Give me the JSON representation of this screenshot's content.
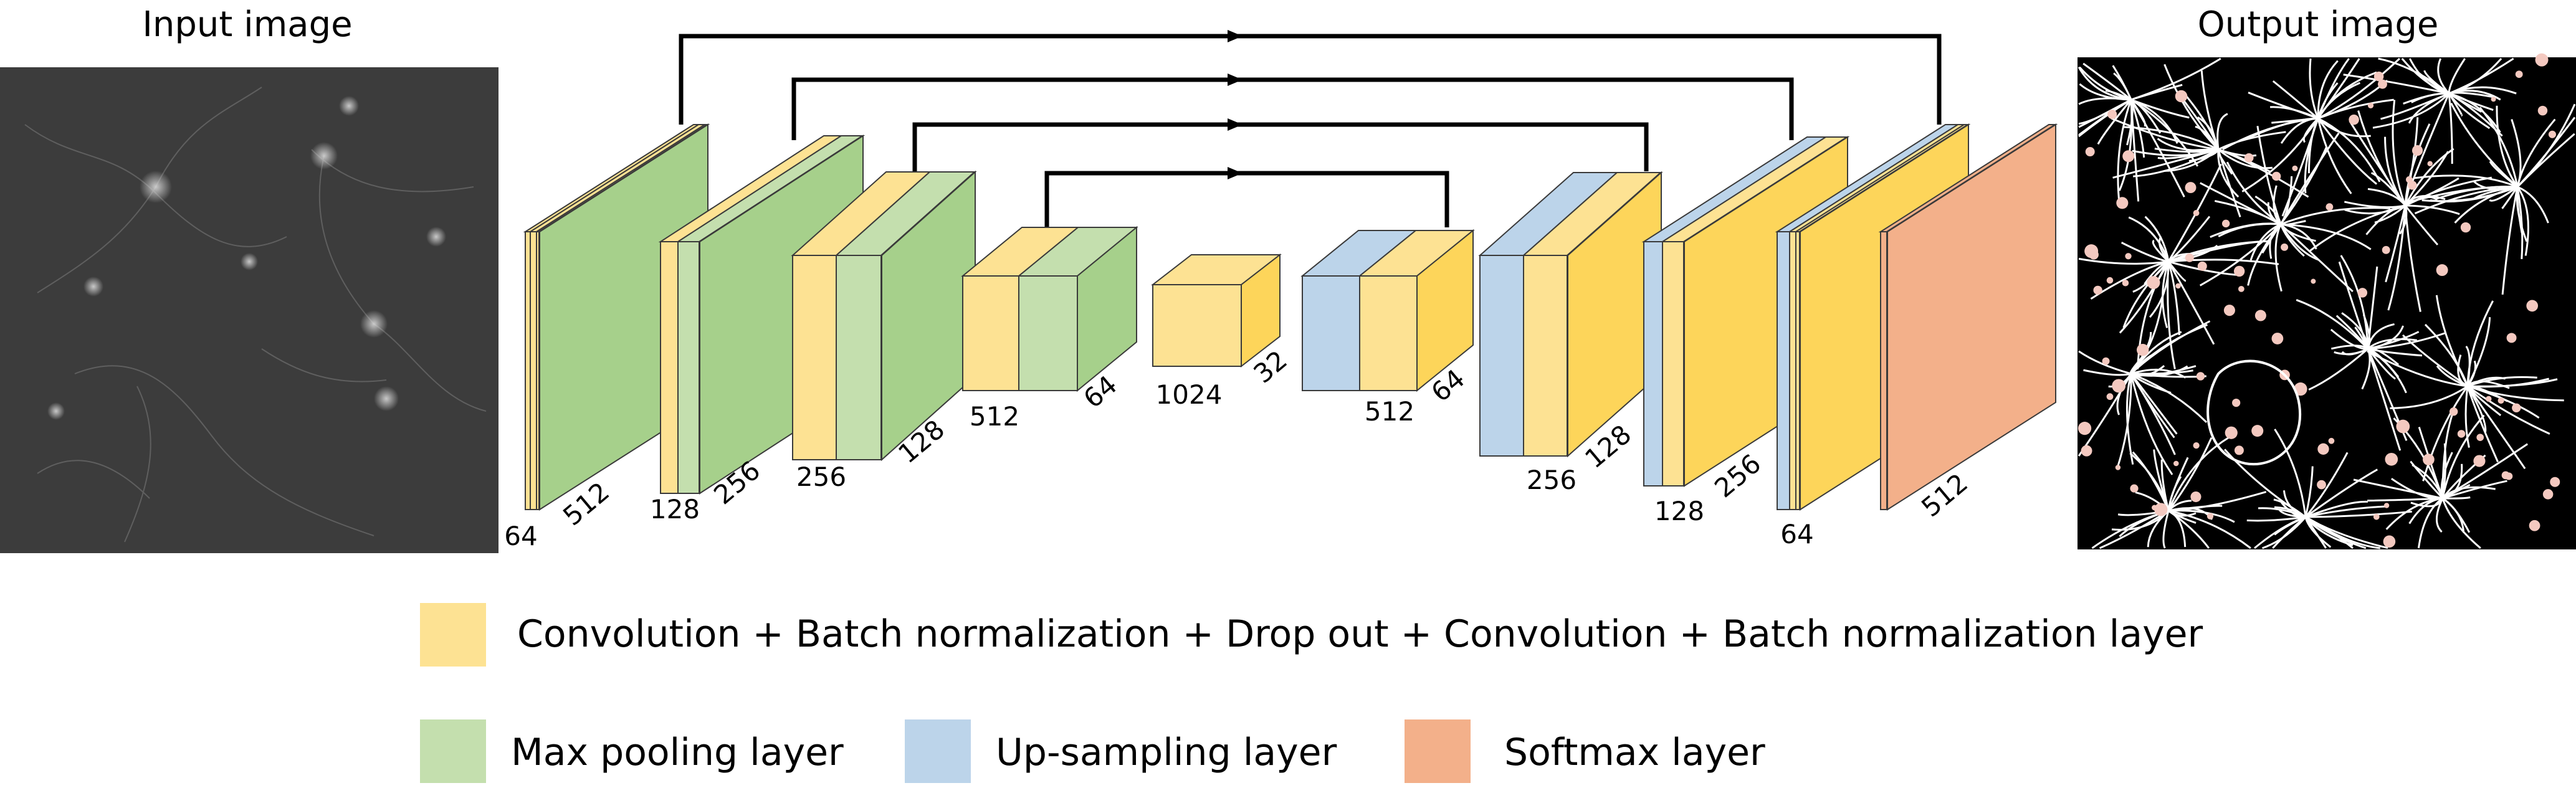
{
  "titles": {
    "input": "Input image",
    "output": "Output image"
  },
  "colors": {
    "conv": "#fde293",
    "conv_dark": "#fdd55a",
    "pool": "#c4dfae",
    "pool_dark": "#a6d08b",
    "up": "#bcd4ea",
    "softmax": "#f3b08a",
    "outline": "#3a3a3a"
  },
  "dims": {
    "e1_ch": "64",
    "e1_sp": "512",
    "e2_ch": "128",
    "e2_sp": "256",
    "e3_ch": "256",
    "e3_sp": "128",
    "e4_ch": "512",
    "e4_sp": "64",
    "b_ch": "1024",
    "b_sp": "32",
    "d4_ch": "512",
    "d4_sp": "64",
    "d3_ch": "256",
    "d3_sp": "128",
    "d2_ch": "128",
    "d2_sp": "256",
    "d1_ch": "64",
    "sm_sp": "512"
  },
  "legend": {
    "conv": "Convolution + Batch normalization + Drop out + Convolution + Batch normalization layer",
    "pool": "Max pooling layer",
    "up": "Up-sampling layer",
    "softmax": "Softmax layer"
  }
}
